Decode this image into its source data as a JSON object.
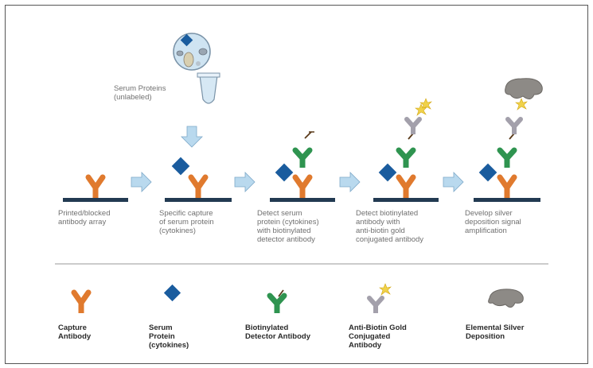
{
  "serum_label": "Serum Proteins\n(unlabeled)",
  "steps": [
    "Printed/blocked\nantibody array",
    "Specific capture\nof serum protein\n(cytokines)",
    "Detect serum\nprotein (cytokines)\nwith biotinylated\ndetector antibody",
    "Detect biotinylated\nantibody with\nanti-biotin gold\nconjugated antibody",
    "Develop silver\ndeposition signal\namplification"
  ],
  "legend": [
    "Capture\nAntibody",
    "Serum\nProtein\n(cytokines)",
    "Biotinylated\nDetector Antibody",
    "Anti-Biotin Gold\nConjugated\nAntibody",
    "Elemental Silver\nDeposition"
  ],
  "colors": {
    "capture_antibody": "#e07a2e",
    "serum_protein": "#1a5c9e",
    "detector_antibody": "#2f9450",
    "gold_antibody": "#a3a0ab",
    "gold_particle": "#f0d24a",
    "silver": "#8d8a86",
    "surface": "#223a52",
    "arrow": "#b9d9ee"
  }
}
